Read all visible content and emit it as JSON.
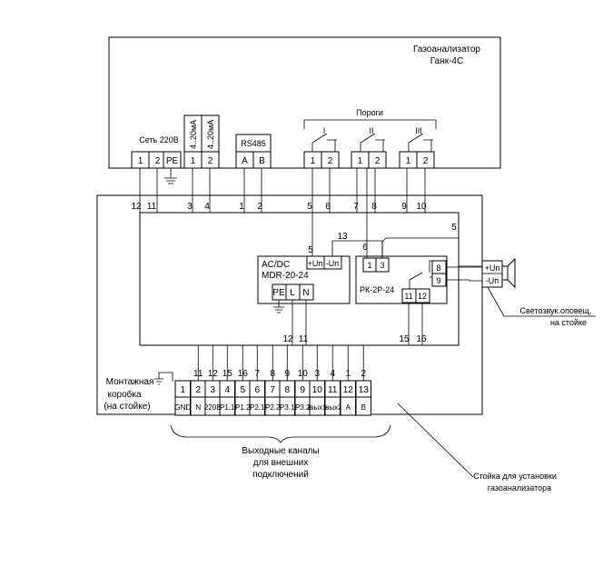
{
  "analyzer": {
    "title": "Газоанализатор",
    "model": "Ганк-4С"
  },
  "top_groups": {
    "power": "Сеть 220В",
    "current": [
      "4..20мА",
      "4..20мА"
    ],
    "rs485": "RS485",
    "thresholds": "Пороги",
    "threshold_ids": [
      "I",
      "II",
      "III"
    ]
  },
  "top_terminals": [
    "1",
    "2",
    "PE",
    "1",
    "2",
    "A",
    "B",
    "1",
    "2",
    "1",
    "2",
    "1",
    "2"
  ],
  "box_wire_numbers": [
    "12",
    "11",
    "3",
    "4",
    "1",
    "2",
    "5",
    "6",
    "7",
    "8",
    "9",
    "10"
  ],
  "inner_numbers": {
    "n5a": "5",
    "n5b": "5",
    "n6": "6",
    "n13": "13",
    "n12": "12",
    "n11": "11",
    "n15": "15",
    "n16": "16"
  },
  "psu": {
    "title": "AC/DC",
    "model": "MDR-20-24",
    "out_plus": "+Uп",
    "out_minus": "-Uп",
    "in_terminals": [
      "PE",
      "L",
      "N"
    ]
  },
  "relay": {
    "model": "РК-2Р-24",
    "terminals_top": [
      "1",
      "3"
    ],
    "terminals_side": [
      "8",
      "9"
    ],
    "terminals_bottom": [
      "11",
      "12"
    ]
  },
  "siren": {
    "plus": "+Uп",
    "minus": "-Uп",
    "label": "Светозвук.оповещ.",
    "label2": "на стойке"
  },
  "junction_box": {
    "label_lines": [
      "Монтажная",
      "коробка",
      "(на стойке)"
    ],
    "wire_numbers": [
      "11",
      "12",
      "15",
      "16",
      "7",
      "8",
      "9",
      "10",
      "3",
      "4",
      "1",
      "2"
    ],
    "terminal_numbers": [
      "1",
      "2",
      "3",
      "4",
      "5",
      "6",
      "7",
      "8",
      "9",
      "10",
      "11",
      "12",
      "13"
    ],
    "terminal_names": [
      "GND",
      "N",
      "220В",
      "P1.1",
      "P1.2",
      "P2.1",
      "P2.2",
      "P3.1",
      "P3.2",
      "Iвых1",
      "Iвых2",
      "A",
      "B"
    ]
  },
  "output_channels": [
    "Выходные каналы",
    "для внешних",
    "подключений"
  ],
  "rack": [
    "Стойка для установки",
    "газоанализатора"
  ]
}
